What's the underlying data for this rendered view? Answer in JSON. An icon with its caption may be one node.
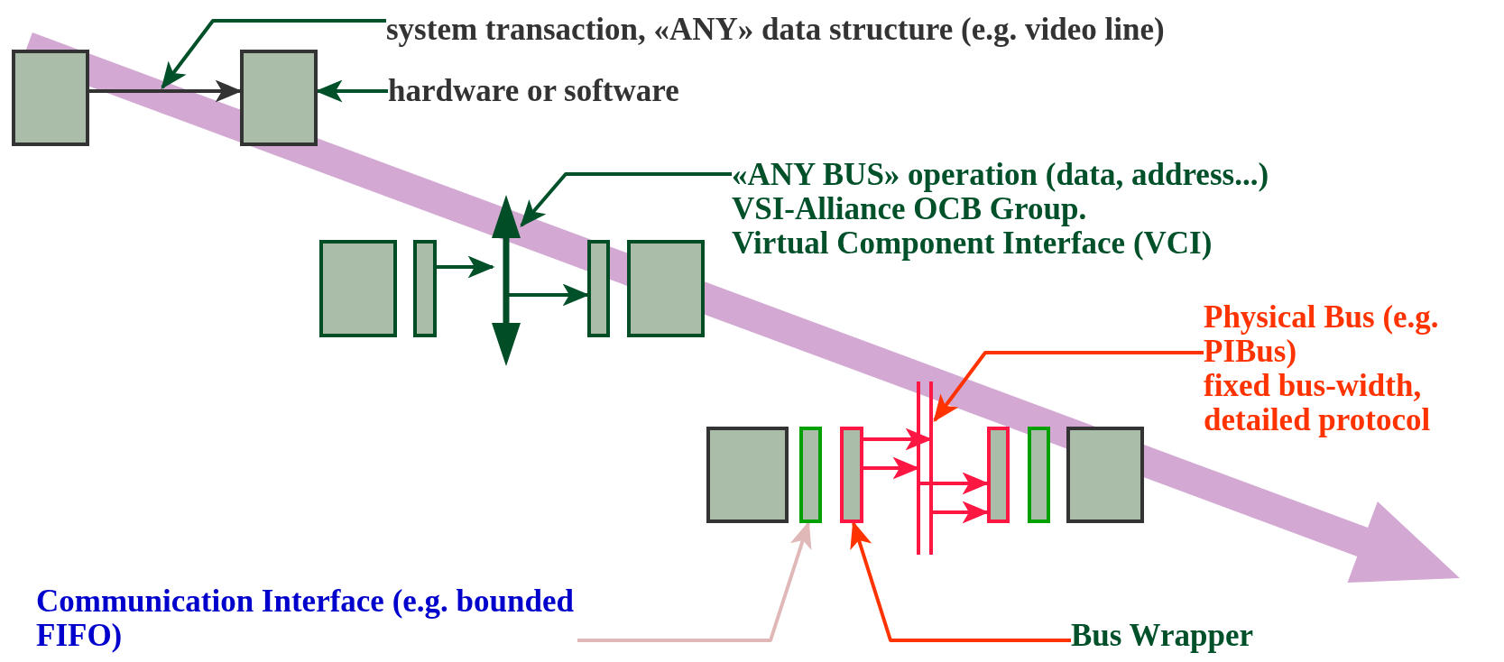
{
  "diagram": {
    "nodes": [
      {
        "text": [],
        "shape": "box"
      },
      {
        "text": [],
        "shape": "box"
      },
      {
        "text": [
          "system transaction, «ANY» data structure (e.g. video line)"
        ]
      },
      {
        "text": [
          "hardware or software"
        ]
      },
      {
        "text": [],
        "shape": "box"
      },
      {
        "text": [],
        "shape": "box"
      },
      {
        "text": [],
        "shape": "bar"
      },
      {
        "text": [],
        "shape": "box"
      },
      {
        "text": [],
        "shape": "box"
      },
      {
        "text": [
          "«ANY BUS» operation (data, address...)",
          "VSI-Alliance OCB Group.",
          "Virtual Component Interface (VCI)"
        ]
      },
      {
        "text": [],
        "shape": "box"
      },
      {
        "text": [],
        "shape": "box"
      },
      {
        "text": [],
        "shape": "box"
      },
      {
        "text": [],
        "shape": "bar"
      },
      {
        "text": [],
        "shape": "box"
      },
      {
        "text": [],
        "shape": "box"
      },
      {
        "text": [],
        "shape": "box"
      },
      {
        "text": [
          "Physical Bus (e.g. PIBus)",
          "fixed bus-width, detailed protocol"
        ]
      },
      {
        "text": [
          "Communication Interface (e.g. bounded FIFO)"
        ]
      },
      {
        "text": [
          "Bus Wrapper"
        ]
      }
    ],
    "edges": [
      {
        "from": 0,
        "to": 1,
        "arrow": "to",
        "color": "#333333"
      },
      {
        "from": 2,
        "to": null,
        "arrow": "to"
      },
      {
        "from": 3,
        "to": 1,
        "arrow": "to"
      },
      {
        "from": 5,
        "to": 6,
        "arrow": "to"
      },
      {
        "from": 6,
        "to": 7,
        "arrow": "to"
      },
      {
        "from": 9,
        "to": 6,
        "arrow": "to"
      },
      {
        "from": 12,
        "to": 13,
        "arrow": "to",
        "color": "#ff1744"
      },
      {
        "from": 12,
        "to": 13,
        "arrow": "to",
        "color": "#ff1744"
      },
      {
        "from": 13,
        "to": 14,
        "arrow": "to",
        "color": "#ff1744"
      },
      {
        "from": 13,
        "to": 14,
        "arrow": "to",
        "color": "#ff1744"
      },
      {
        "from": 17,
        "to": 13,
        "arrow": "to",
        "color": "#ff3300"
      },
      {
        "from": 18,
        "to": 11,
        "arrow": "to",
        "color": "#e0b8b8"
      },
      {
        "from": 19,
        "to": 12,
        "arrow": "to",
        "color": "#ff3300"
      }
    ]
  }
}
